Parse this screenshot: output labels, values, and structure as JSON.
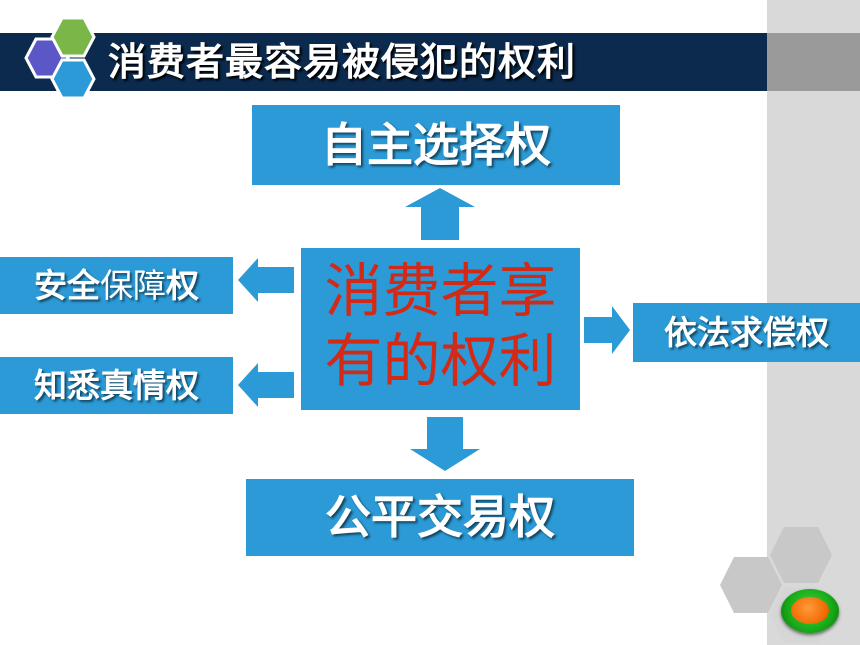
{
  "slide": {
    "title": "消费者最容易被侵犯的权利",
    "center_line1": "消费者享",
    "center_line2": "有的权利",
    "rights": {
      "top": "自主选择权",
      "bottom": "公平交易权",
      "safety_bold_1": "安全",
      "safety_light": "保障",
      "safety_bold_2": "权",
      "know": "知悉真情权",
      "compensation": "依法求偿权"
    }
  },
  "colors": {
    "title_bar": "#0b2a4d",
    "box_blue": "#2b9ad6",
    "center_text_red": "#d22a16",
    "hex_green": "#7ab648",
    "hex_blue": "#2b9ad6",
    "hex_purple": "#5b57c7",
    "hex_gray": "#c8c8c8"
  },
  "icons": [
    "hexagon-cluster-icon",
    "hexagon-cluster-decoration-icon",
    "nav-button-icon"
  ]
}
